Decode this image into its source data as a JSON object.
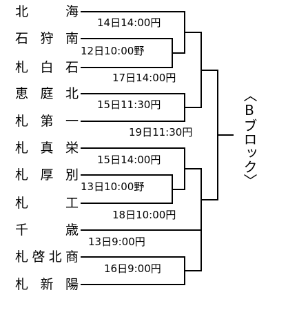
{
  "block_label": "〈Bブロック〉",
  "teams": [
    {
      "chars": [
        "北",
        "海"
      ]
    },
    {
      "chars": [
        "石",
        "狩",
        "南"
      ]
    },
    {
      "chars": [
        "札",
        "白",
        "石"
      ]
    },
    {
      "chars": [
        "恵",
        "庭",
        "北"
      ]
    },
    {
      "chars": [
        "札",
        "第",
        "一"
      ]
    },
    {
      "chars": [
        "札",
        "真",
        "栄"
      ]
    },
    {
      "chars": [
        "札",
        "厚",
        "別"
      ]
    },
    {
      "chars": [
        "札",
        "工"
      ]
    },
    {
      "chars": [
        "千",
        "歳"
      ]
    },
    {
      "chars": [
        "札",
        "啓",
        "北",
        "商"
      ]
    },
    {
      "chars": [
        "札",
        "新",
        "陽"
      ]
    }
  ],
  "matches": [
    {
      "label": "14日14:00円"
    },
    {
      "label": "12日10:00野"
    },
    {
      "label": "17日14:00円"
    },
    {
      "label": "15日11:30円"
    },
    {
      "label": "19日11:30円"
    },
    {
      "label": "15日14:00円"
    },
    {
      "label": "13日10:00野"
    },
    {
      "label": "18日10:00円"
    },
    {
      "label": "13日9:00円"
    },
    {
      "label": "16日9:00円"
    }
  ]
}
